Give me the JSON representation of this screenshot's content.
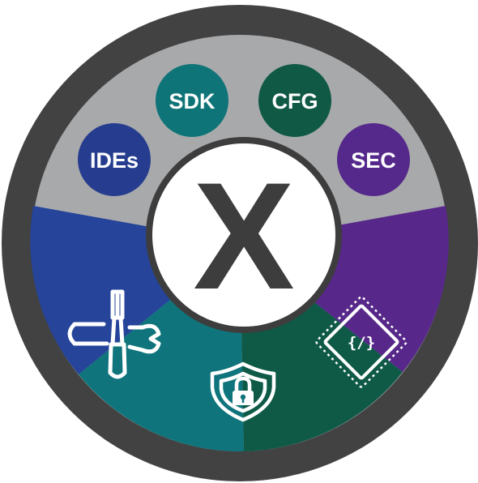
{
  "center": {
    "symbol": "X"
  },
  "badges": [
    {
      "id": "ides",
      "label": "IDEs",
      "color": "#263d8f"
    },
    {
      "id": "sdk",
      "label": "SDK",
      "color": "#0e7478"
    },
    {
      "id": "cfg",
      "label": "CFG",
      "color": "#0f5945"
    },
    {
      "id": "sec",
      "label": "SEC",
      "color": "#55298b"
    }
  ],
  "segments": [
    {
      "id": "tools",
      "icon": "tools-icon",
      "color": "#25449a"
    },
    {
      "id": "security",
      "icon": "shield-lock-icon",
      "color": "#0f747b"
    },
    {
      "id": "firmware",
      "icon": "chip-code-icon",
      "color": "#0f5a47"
    },
    {
      "id": "purple",
      "icon": "",
      "color": "#57288a"
    }
  ],
  "chip_code": "{/}",
  "colors": {
    "outer_ring": "#424242",
    "top_band": "#a8a9ab",
    "center_fill": "#ffffff",
    "center_symbol": "#3d3d3d",
    "icon_stroke": "#ffffff"
  }
}
